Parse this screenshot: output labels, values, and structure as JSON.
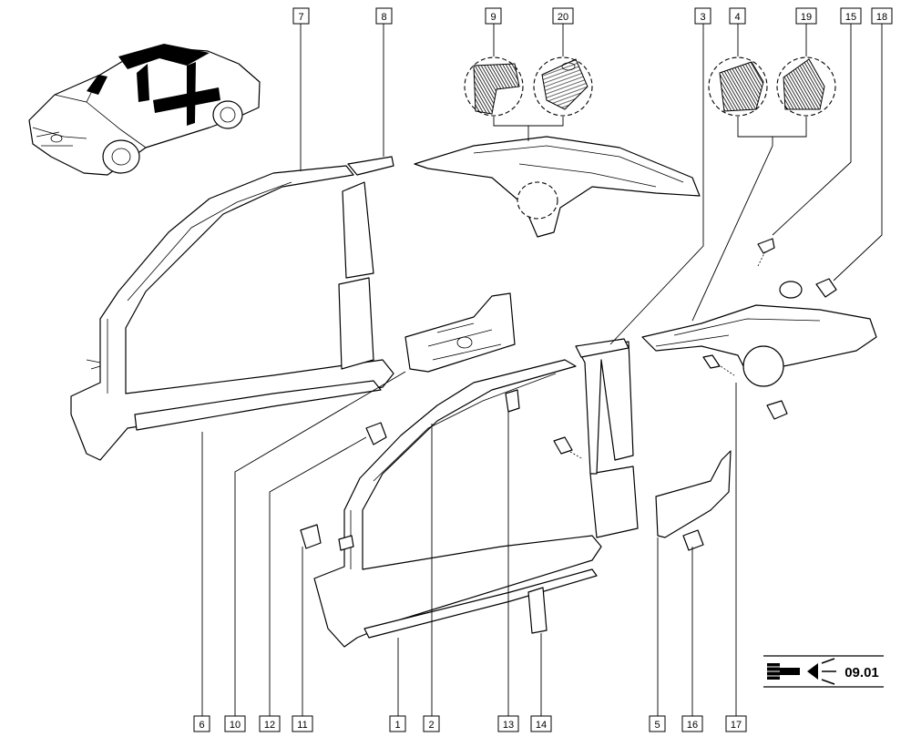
{
  "callouts": [
    {
      "id": "c7",
      "label": "7"
    },
    {
      "id": "c8",
      "label": "8"
    },
    {
      "id": "c9",
      "label": "9"
    },
    {
      "id": "c20",
      "label": "20"
    },
    {
      "id": "c3",
      "label": "3"
    },
    {
      "id": "c4",
      "label": "4"
    },
    {
      "id": "c19",
      "label": "19"
    },
    {
      "id": "c15",
      "label": "15"
    },
    {
      "id": "c18",
      "label": "18"
    },
    {
      "id": "c6",
      "label": "6"
    },
    {
      "id": "c10",
      "label": "10"
    },
    {
      "id": "c12",
      "label": "12"
    },
    {
      "id": "c11",
      "label": "11"
    },
    {
      "id": "c1",
      "label": "1"
    },
    {
      "id": "c2",
      "label": "2"
    },
    {
      "id": "c13",
      "label": "13"
    },
    {
      "id": "c14",
      "label": "14"
    },
    {
      "id": "c5",
      "label": "5"
    },
    {
      "id": "c16",
      "label": "16"
    },
    {
      "id": "c17",
      "label": "17"
    }
  ],
  "operation_code": "09.01",
  "icons": [
    "car-body-thumbnail-icon",
    "weld-tool-icon"
  ]
}
